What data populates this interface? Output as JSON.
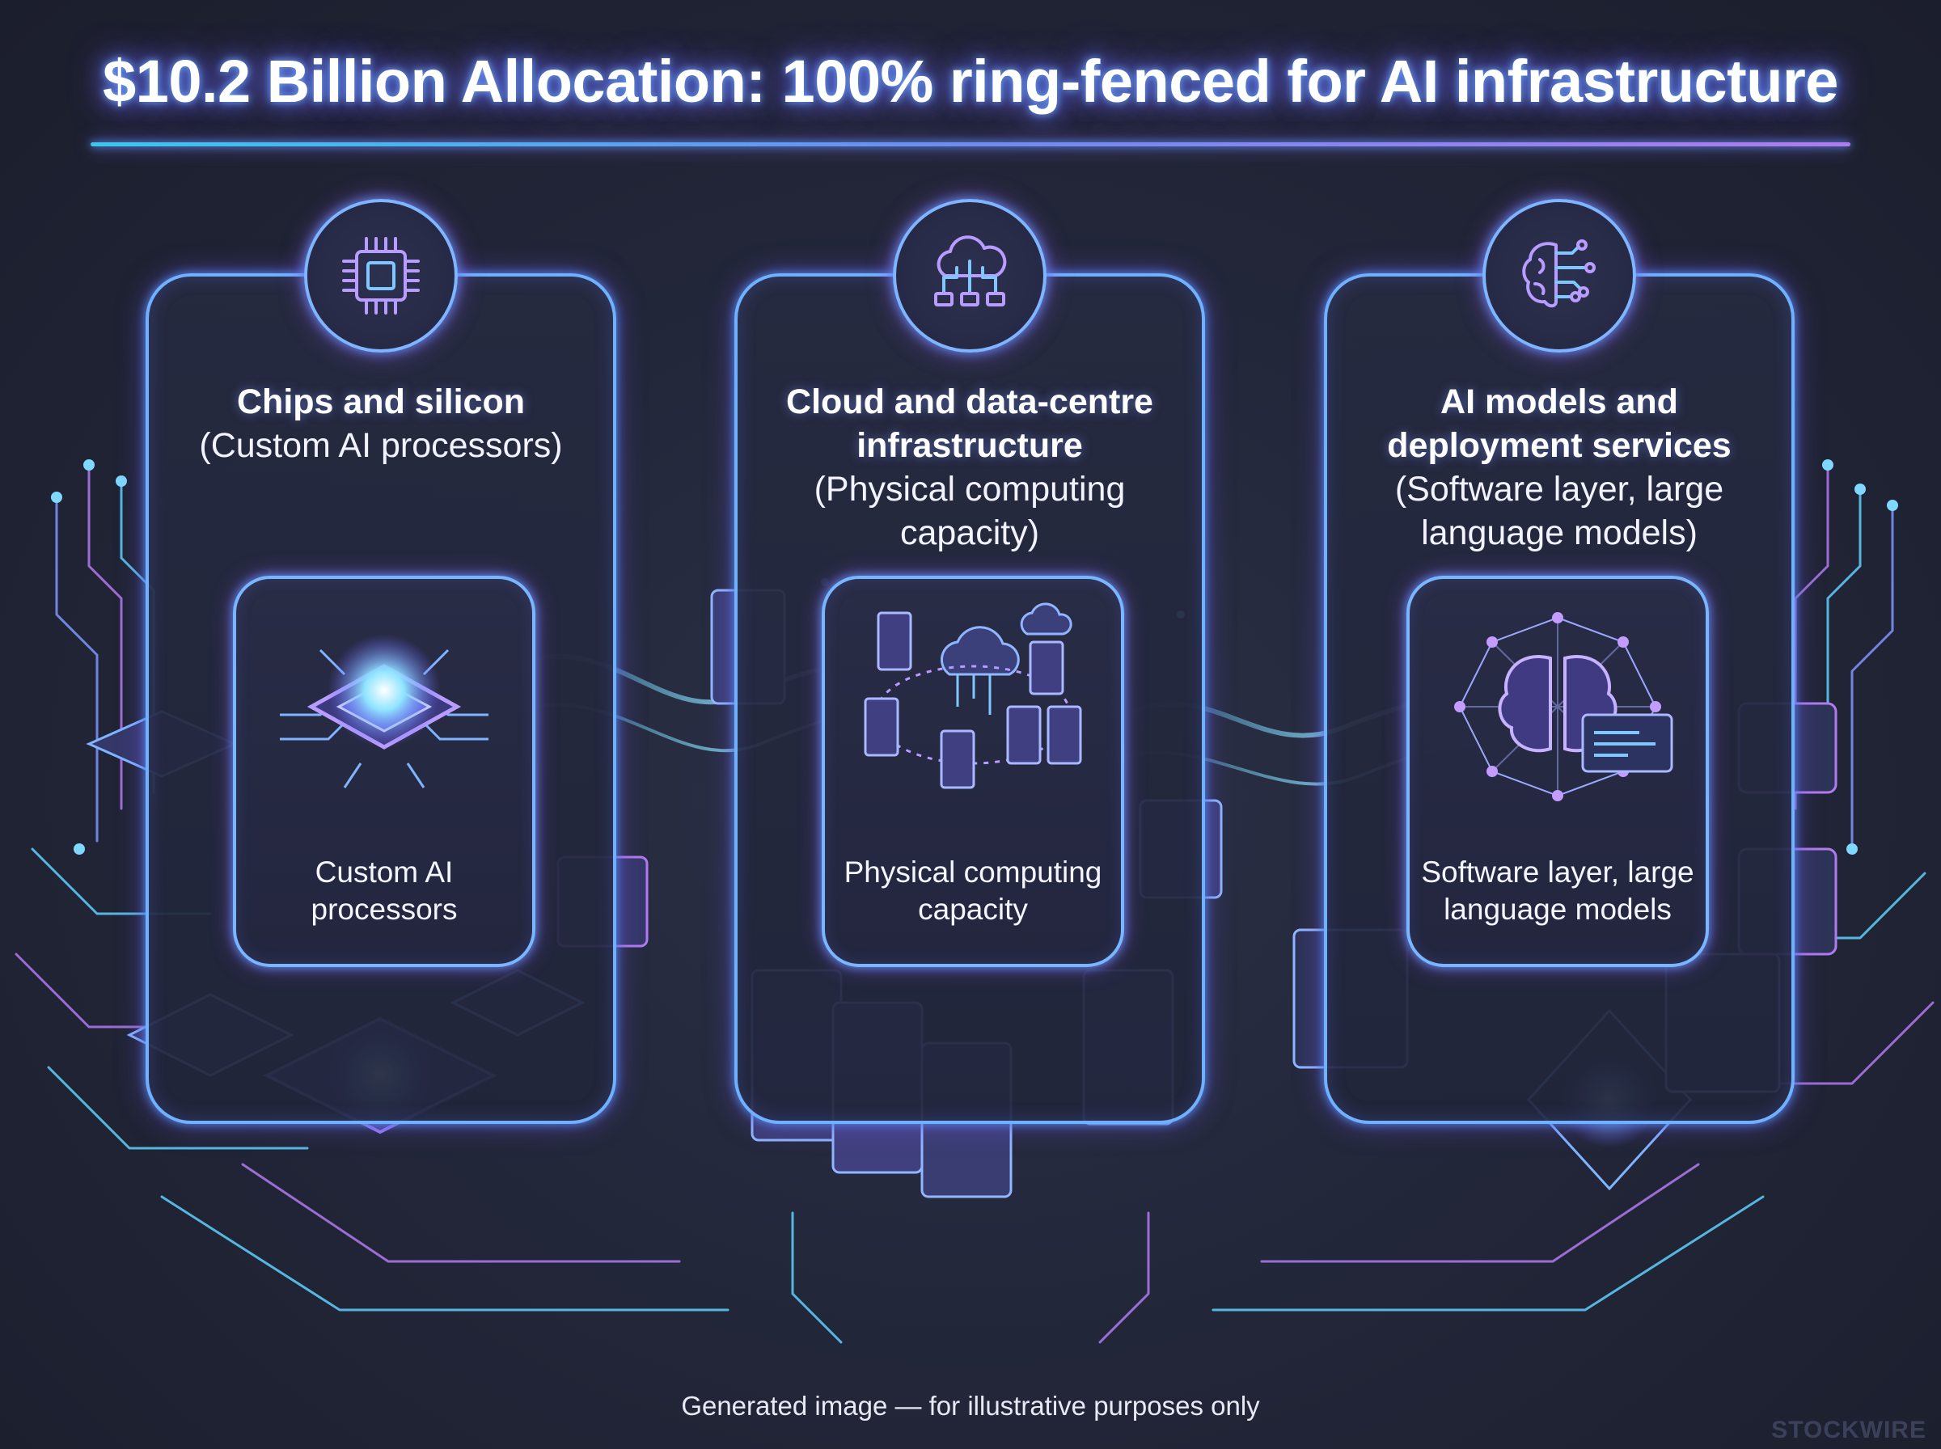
{
  "title": "$10.2 Billion Allocation: 100% ring-fenced for AI infrastructure",
  "colors": {
    "accent_cyan": "#5fd0ff",
    "accent_blue": "#6fb0ff",
    "accent_purple": "#b27af0",
    "background": "#23273a"
  },
  "panels": [
    {
      "icon": "chip-icon",
      "heading_lines": [
        "Chips and silicon"
      ],
      "subheading_lines": [
        "(Custom AI processors)"
      ],
      "card_label_lines": [
        "Custom AI",
        "processors"
      ]
    },
    {
      "icon": "cloud-network-icon",
      "heading_lines": [
        "Cloud and data-centre",
        "infrastructure"
      ],
      "subheading_lines": [
        "(Physical computing",
        "capacity)"
      ],
      "card_label_lines": [
        "Physical computing",
        "capacity"
      ]
    },
    {
      "icon": "brain-circuit-icon",
      "heading_lines": [
        "AI models and",
        "deployment services"
      ],
      "subheading_lines": [
        "(Software layer, large",
        "language models)"
      ],
      "card_label_lines": [
        "Software layer, large",
        "language models"
      ]
    }
  ],
  "footer": "Generated image — for illustrative purposes only",
  "watermark": "STOCKWIRE"
}
